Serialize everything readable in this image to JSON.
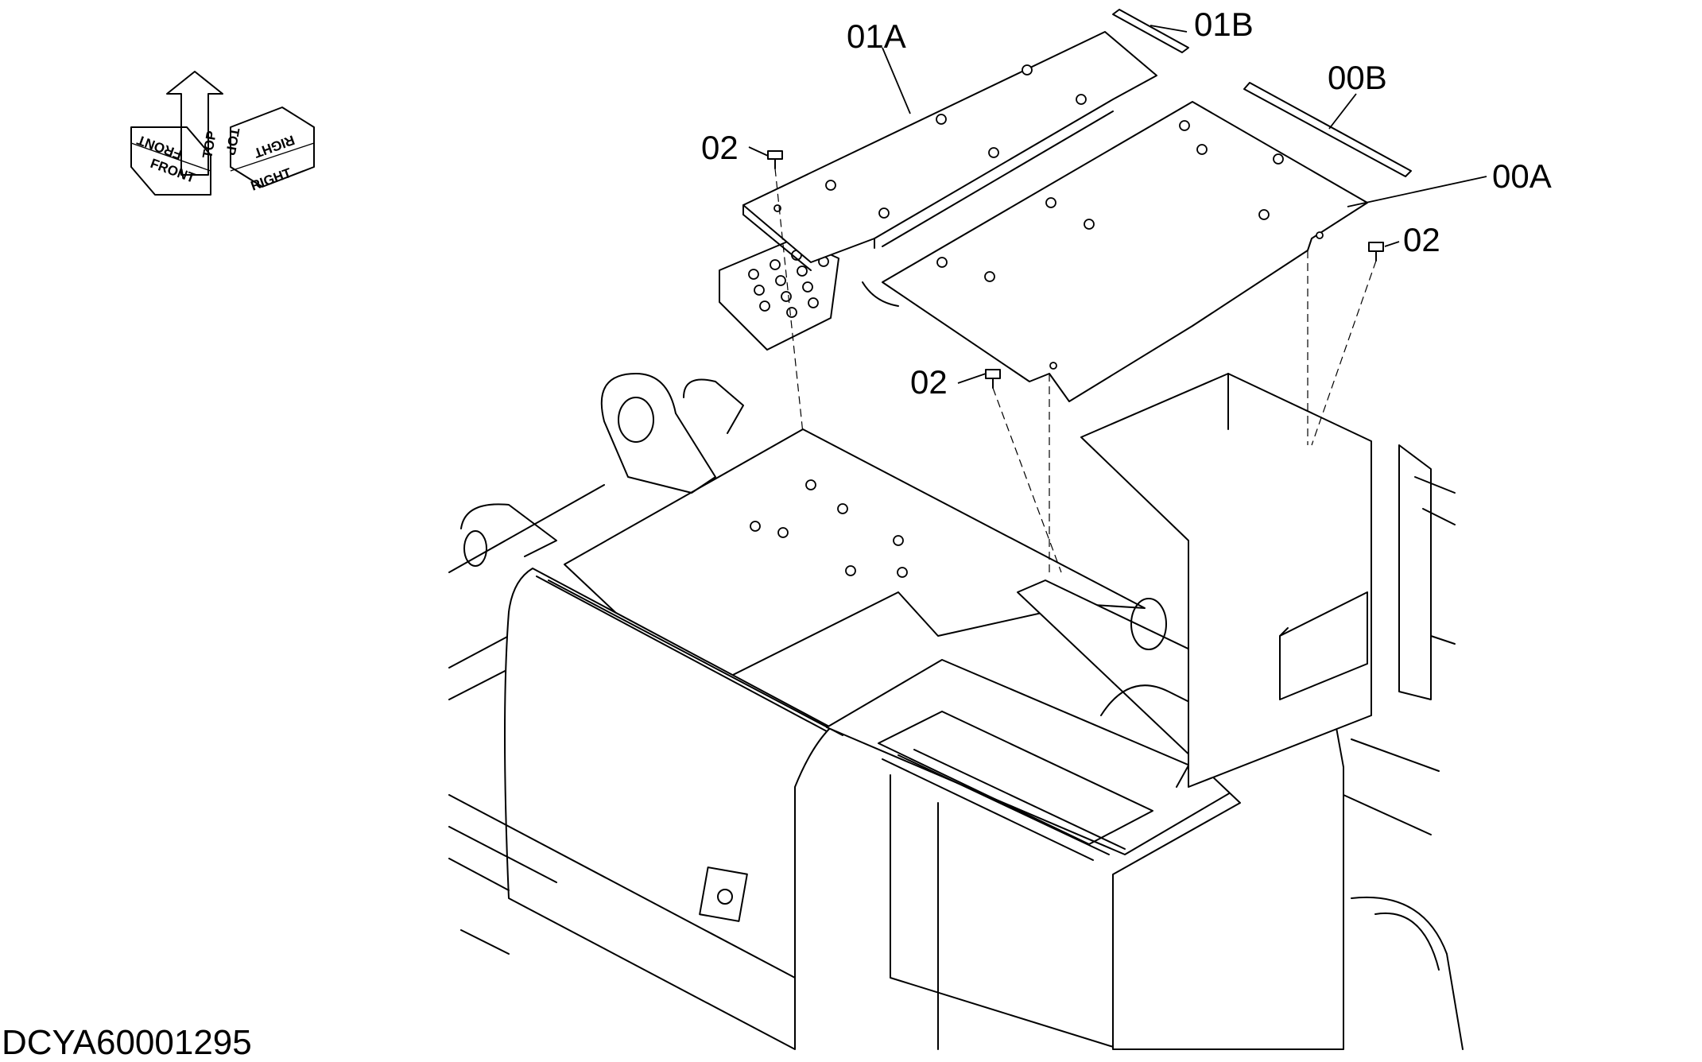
{
  "document_id": "DCYA60001295",
  "orientation": {
    "front": "FRONT",
    "top": "TOP",
    "right": "RIGHT"
  },
  "labels": {
    "part_01a": "01A",
    "part_01b": "01B",
    "part_00b": "00B",
    "part_00a": "00A",
    "bolt_upper": "02",
    "bolt_right": "02",
    "bolt_lower": "02"
  }
}
